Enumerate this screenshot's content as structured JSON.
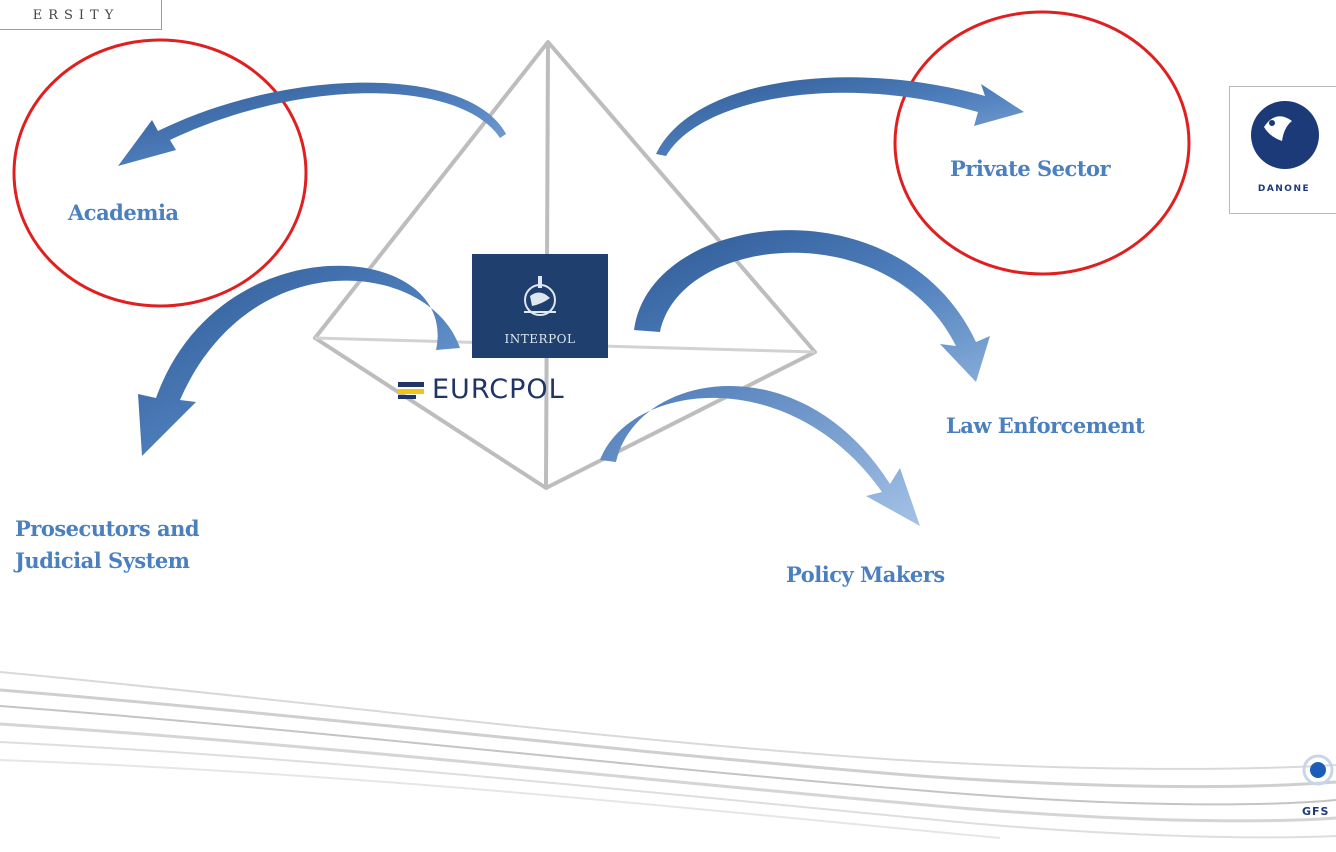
{
  "header": {
    "university_logo_text": "ERSITY"
  },
  "center": {
    "interpol_text": "INTERPOL",
    "europol_text": "EURCPOL"
  },
  "nodes": {
    "academia": "Academia",
    "private_sector": "Private Sector",
    "prosecutors_line1": "Prosecutors and",
    "prosecutors_line2": "Judicial System",
    "law_enforcement": "Law Enforcement",
    "policy_makers": "Policy Makers"
  },
  "logos": {
    "danone_text": "DANONE",
    "gfs_text": "GFS"
  },
  "colors": {
    "label_blue": "#4a7fc0",
    "arrow_dark": "#2e5a94",
    "arrow_light": "#7aa3d4",
    "circle_red": "#e02020",
    "interpol_navy": "#1f3f6e",
    "pyramid_grey": "#b9b9b9"
  }
}
